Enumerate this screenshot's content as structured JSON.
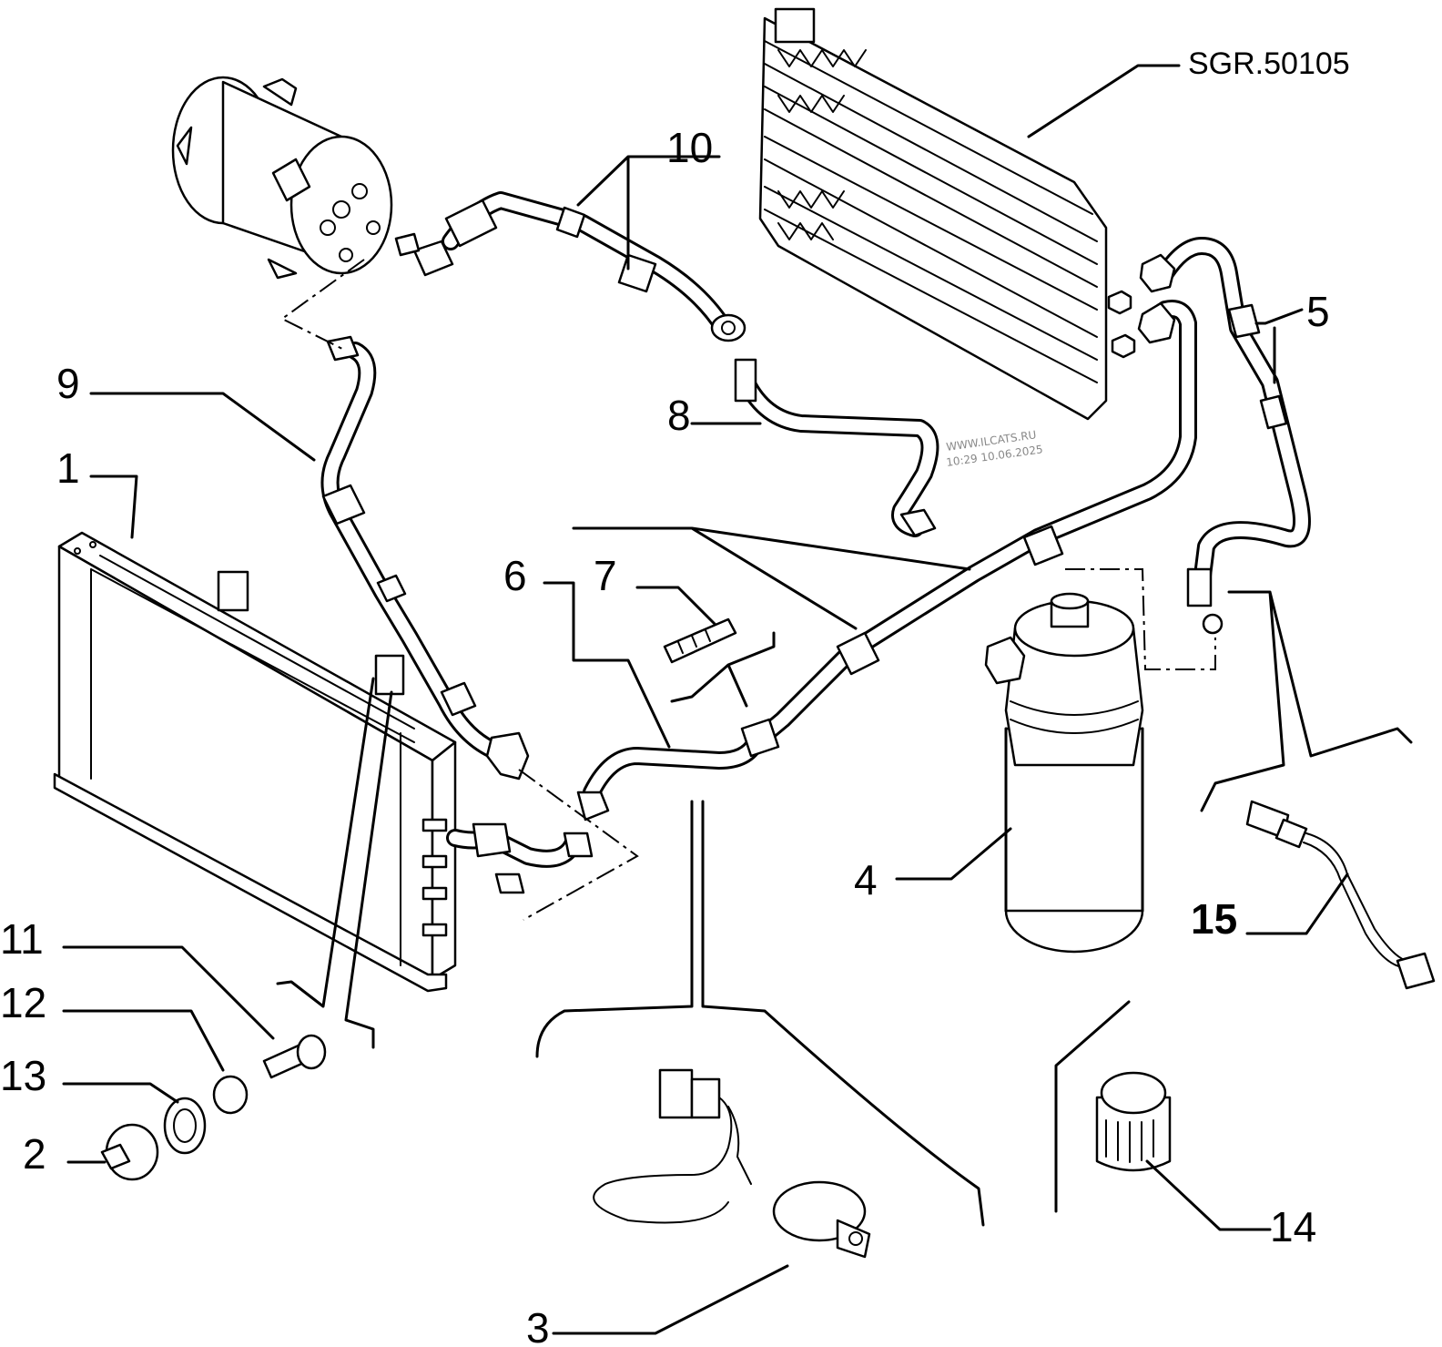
{
  "diagram": {
    "code": "SGR.50105",
    "watermark": [
      "WWW.ILCATS.RU",
      "10:29 10.06.2025"
    ],
    "callouts": [
      "1",
      "2",
      "3",
      "4",
      "5",
      "6",
      "7",
      "8",
      "9",
      "10",
      "11",
      "12",
      "13",
      "14",
      "15"
    ]
  }
}
